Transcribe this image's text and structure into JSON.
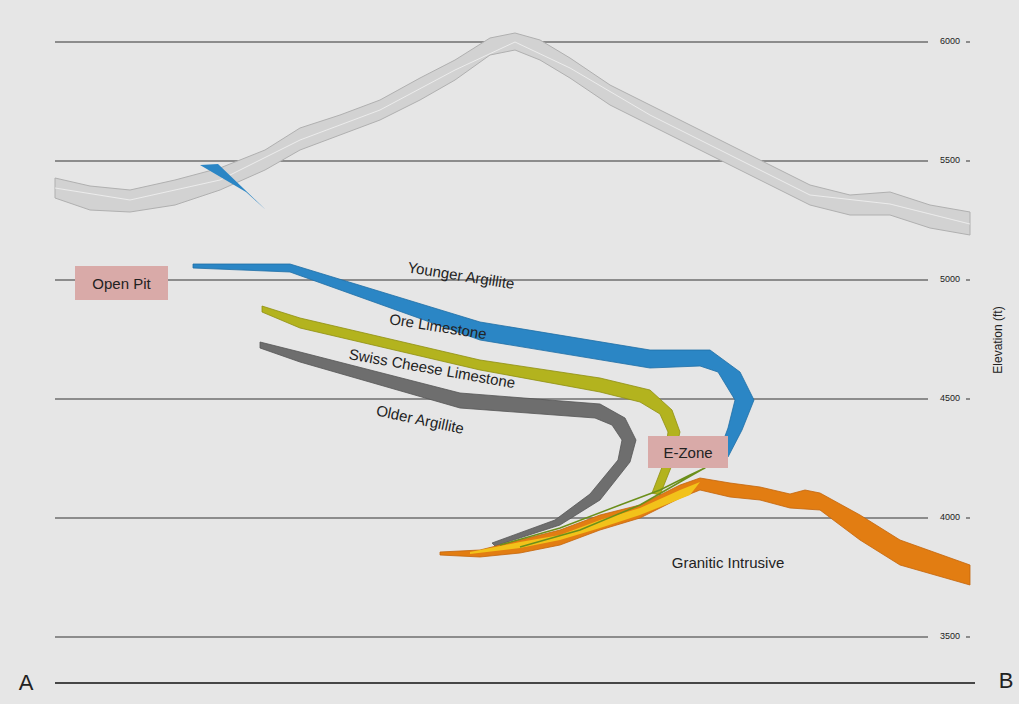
{
  "diagram": {
    "nodes": [
      {
        "text": [
          "Open Pit"
        ]
      },
      {
        "text": [
          "E-Zone"
        ]
      }
    ],
    "labels": [
      "6000",
      "5500",
      "5000",
      "4500",
      "4000",
      "3500",
      "Elevation (ft)",
      "Younger Argillite",
      "Ore Limestone",
      "Swiss Cheese Limestone",
      "Older Argillite",
      "Granitic Intrusive",
      "A",
      "B"
    ]
  }
}
